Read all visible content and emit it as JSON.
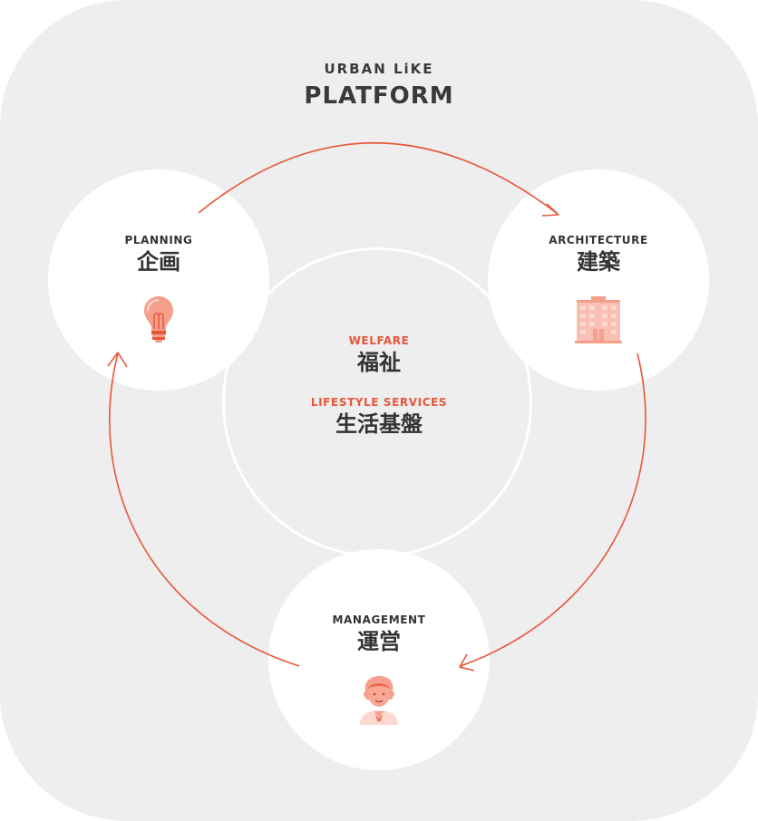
{
  "brand": {
    "top": "URBAN LiKE",
    "main": "PLATFORM"
  },
  "center": {
    "welfare_en": "WELFARE",
    "welfare_jp": "福祉",
    "lifestyle_en": "LIFESTYLE SERVICES",
    "lifestyle_jp": "生活基盤"
  },
  "nodes": {
    "planning": {
      "en": "PLANNING",
      "jp": "企画",
      "icon": "lightbulb-icon"
    },
    "architecture": {
      "en": "ARCHITECTURE",
      "jp": "建築",
      "icon": "building-icon"
    },
    "management": {
      "en": "MANAGEMENT",
      "jp": "運営",
      "icon": "staff-person-icon"
    }
  },
  "colors": {
    "accent": "#e8563a",
    "panel": "#eeeeee",
    "text": "#333333",
    "icon_fill": "#f4a08c"
  }
}
